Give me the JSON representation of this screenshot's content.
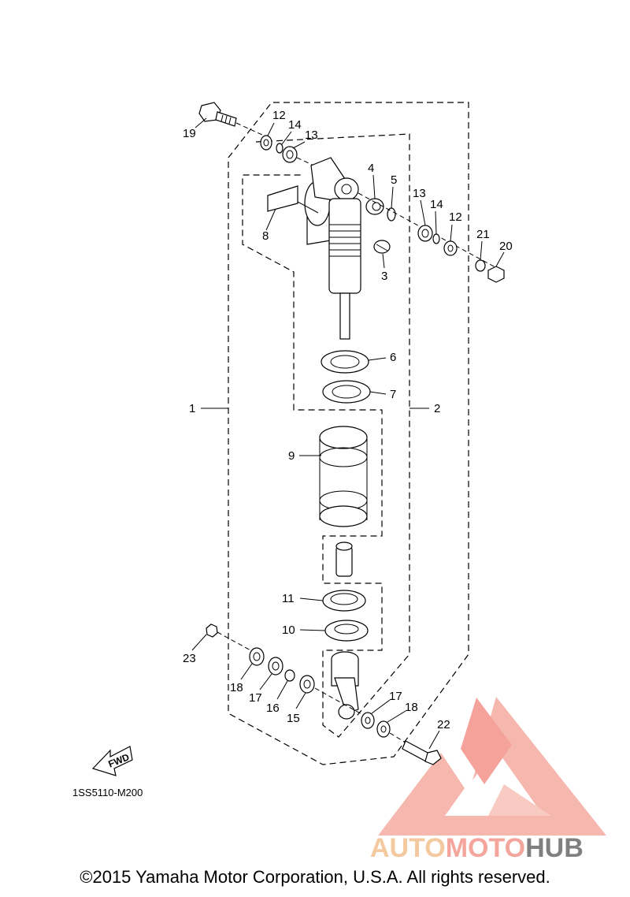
{
  "diagram": {
    "callouts": [
      {
        "id": "c1",
        "text": "1"
      },
      {
        "id": "c2",
        "text": "2"
      },
      {
        "id": "c3",
        "text": "3"
      },
      {
        "id": "c4",
        "text": "4"
      },
      {
        "id": "c5",
        "text": "5"
      },
      {
        "id": "c6",
        "text": "6"
      },
      {
        "id": "c7",
        "text": "7"
      },
      {
        "id": "c8",
        "text": "8"
      },
      {
        "id": "c9",
        "text": "9"
      },
      {
        "id": "c10",
        "text": "10"
      },
      {
        "id": "c11",
        "text": "11"
      },
      {
        "id": "c12a",
        "text": "12"
      },
      {
        "id": "c12b",
        "text": "12"
      },
      {
        "id": "c13a",
        "text": "13"
      },
      {
        "id": "c13b",
        "text": "13"
      },
      {
        "id": "c14a",
        "text": "14"
      },
      {
        "id": "c14b",
        "text": "14"
      },
      {
        "id": "c15",
        "text": "15"
      },
      {
        "id": "c16",
        "text": "16"
      },
      {
        "id": "c17a",
        "text": "17"
      },
      {
        "id": "c17b",
        "text": "17"
      },
      {
        "id": "c18a",
        "text": "18"
      },
      {
        "id": "c18b",
        "text": "18"
      },
      {
        "id": "c19",
        "text": "19"
      },
      {
        "id": "c20",
        "text": "20"
      },
      {
        "id": "c21",
        "text": "21"
      },
      {
        "id": "c22",
        "text": "22"
      },
      {
        "id": "c23",
        "text": "23"
      }
    ],
    "fwd_label": "FWD",
    "diagram_code": "1SS5110-M200"
  },
  "watermark": {
    "parts": [
      "AUTO",
      "MOTO",
      "HUB"
    ],
    "colors": {
      "auto": "#f5c9a0",
      "moto": "#f4a69c",
      "hub": "#808080",
      "logo": "#f28c82"
    }
  },
  "copyright": "©2015 Yamaha Motor Corporation, U.S.A. All rights reserved."
}
